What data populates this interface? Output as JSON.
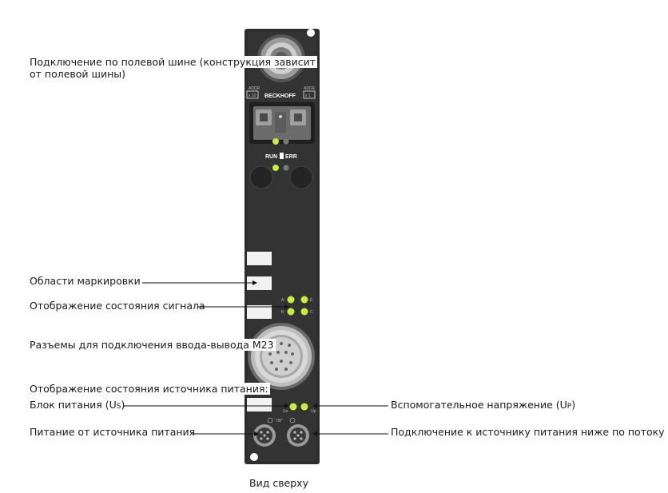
{
  "labels": {
    "fieldbus": "Подключение по полевой шине (конструкция зависит",
    "fieldbus_2": "от полевой шины)",
    "marking": "Области маркировки",
    "signal": "Отображение состояния сигнала",
    "io_connectors": "Разъемы для подключения ввода-вывода M23",
    "power_status": "Отображение состояния источника питания:",
    "power_us": "Блок питания (U",
    "power_us_sub": "S",
    "power_us_end": ")",
    "aux_voltage": "Вспомогательное напряжение (U",
    "aux_voltage_sub": "P",
    "aux_voltage_end": ")",
    "power_feed": "Питание от источника питания",
    "power_downstream": "Подключение к источнику питания ниже по потоку"
  },
  "caption": "Вид сверху",
  "device": {
    "brand": "BECKHOFF",
    "addr_left": "ADDR",
    "addr_left_val": "x 10",
    "addr_right": "ADDR",
    "addr_right_val": "x 1",
    "run": "RUN",
    "err": "ERR",
    "led_a": "A",
    "led_b": "B",
    "led_c": "C",
    "led_e": "E",
    "us": "Us",
    "up": "Up",
    "seven_t": "7/8\""
  },
  "colors": {
    "housing": "#2d2d2d",
    "led": "#c6ee3a",
    "label_field": "#f2f2f2"
  }
}
